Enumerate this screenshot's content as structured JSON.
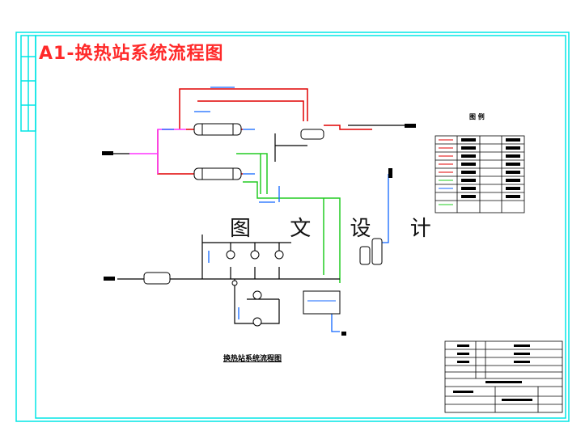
{
  "banner_title": "A1-换热站系统流程图",
  "watermark": "图 文 设 计",
  "drawing_caption": "换热站系统流程图",
  "legend_title": "图 例",
  "colors": {
    "frame": "#00e5e5",
    "supply_red": "#e00000",
    "return_green": "#22cc22",
    "cold_blue": "#1166ff",
    "magenta": "#ff33ff",
    "line_black": "#000000",
    "banner": "#ff2a2a"
  }
}
